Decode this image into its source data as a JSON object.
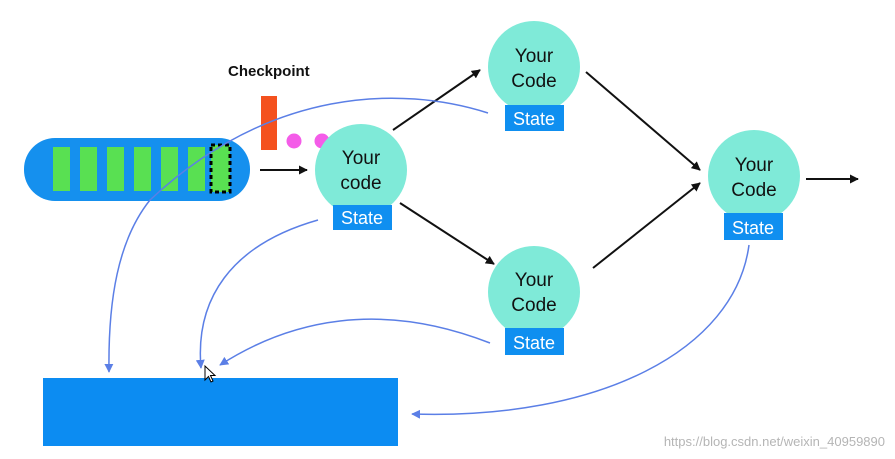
{
  "checkpoint_label": "Checkpoint",
  "colors": {
    "node": "#7fead8",
    "state": "#0f8ff0",
    "queue": "#1590ee",
    "queue_item": "#59e052",
    "barrier": "#f4511e",
    "marker": "#f45ce8",
    "store": "#0c8cf2",
    "flow_arrow": "#111111",
    "state_arrow": "#5b7fe6"
  },
  "nodes": [
    {
      "id": "n1",
      "line1": "Your",
      "line2": "code",
      "state": "State"
    },
    {
      "id": "n2",
      "line1": "Your",
      "line2": "Code",
      "state": "State"
    },
    {
      "id": "n3",
      "line1": "Your",
      "line2": "Code",
      "state": "State"
    },
    {
      "id": "n4",
      "line1": "Your",
      "line2": "Code",
      "state": "State"
    }
  ],
  "watermark": "https://blog.csdn.net/weixin_40959890"
}
